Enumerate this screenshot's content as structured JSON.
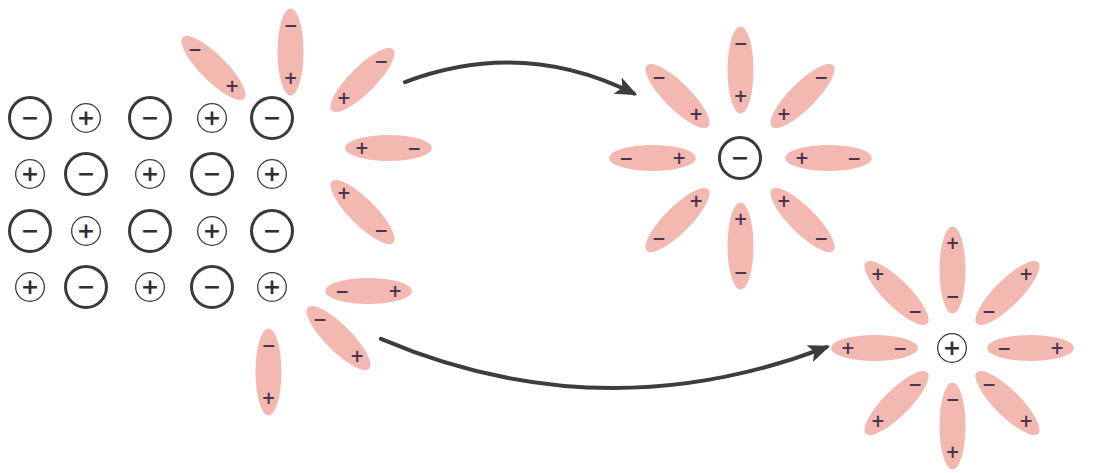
{
  "diagram": {
    "nodes": [
      {
        "text": [
          "−"
        ]
      },
      {
        "text": [
          "+"
        ]
      },
      {
        "text": [
          "−"
        ]
      },
      {
        "text": [
          "+"
        ]
      },
      {
        "text": [
          "−"
        ]
      },
      {
        "text": [
          "+"
        ]
      },
      {
        "text": [
          "−"
        ]
      },
      {
        "text": [
          "+"
        ]
      },
      {
        "text": [
          "−"
        ]
      },
      {
        "text": [
          "+"
        ]
      },
      {
        "text": [
          "−"
        ]
      },
      {
        "text": [
          "+"
        ]
      },
      {
        "text": [
          "−"
        ]
      },
      {
        "text": [
          "+"
        ]
      },
      {
        "text": [
          "−"
        ]
      },
      {
        "text": [
          "+"
        ]
      },
      {
        "text": [
          "−"
        ]
      },
      {
        "text": [
          "+"
        ]
      },
      {
        "text": [
          "−"
        ]
      },
      {
        "text": [
          "+"
        ]
      },
      {
        "text": [
          "−",
          "+"
        ]
      },
      {
        "text": [
          "−",
          "+"
        ]
      },
      {
        "text": [
          "−",
          "+"
        ]
      },
      {
        "text": [
          "−",
          "+"
        ]
      },
      {
        "text": [
          "−",
          "+"
        ]
      },
      {
        "text": [
          "−",
          "+"
        ]
      },
      {
        "text": [
          "−",
          "+"
        ]
      },
      {
        "text": [
          "−",
          "+"
        ]
      },
      {
        "text": [
          "−"
        ]
      },
      {
        "text": [
          "−",
          "+"
        ]
      },
      {
        "text": [
          "−",
          "+"
        ]
      },
      {
        "text": [
          "−",
          "+"
        ]
      },
      {
        "text": [
          "−",
          "+"
        ]
      },
      {
        "text": [
          "−",
          "+"
        ]
      },
      {
        "text": [
          "−",
          "+"
        ]
      },
      {
        "text": [
          "−",
          "+"
        ]
      },
      {
        "text": [
          "−",
          "+"
        ]
      },
      {
        "text": [
          "+"
        ]
      },
      {
        "text": [
          "−",
          "+"
        ]
      },
      {
        "text": [
          "−",
          "+"
        ]
      },
      {
        "text": [
          "−",
          "+"
        ]
      },
      {
        "text": [
          "−",
          "+"
        ]
      },
      {
        "text": [
          "−",
          "+"
        ]
      },
      {
        "text": [
          "−",
          "+"
        ]
      },
      {
        "text": [
          "−",
          "+"
        ]
      },
      {
        "text": [
          "−",
          "+"
        ]
      }
    ],
    "edges": [
      {
        "from": 22,
        "to": 34,
        "arrow": "to"
      },
      {
        "from": 26,
        "to": 42,
        "arrow": "to"
      }
    ]
  }
}
